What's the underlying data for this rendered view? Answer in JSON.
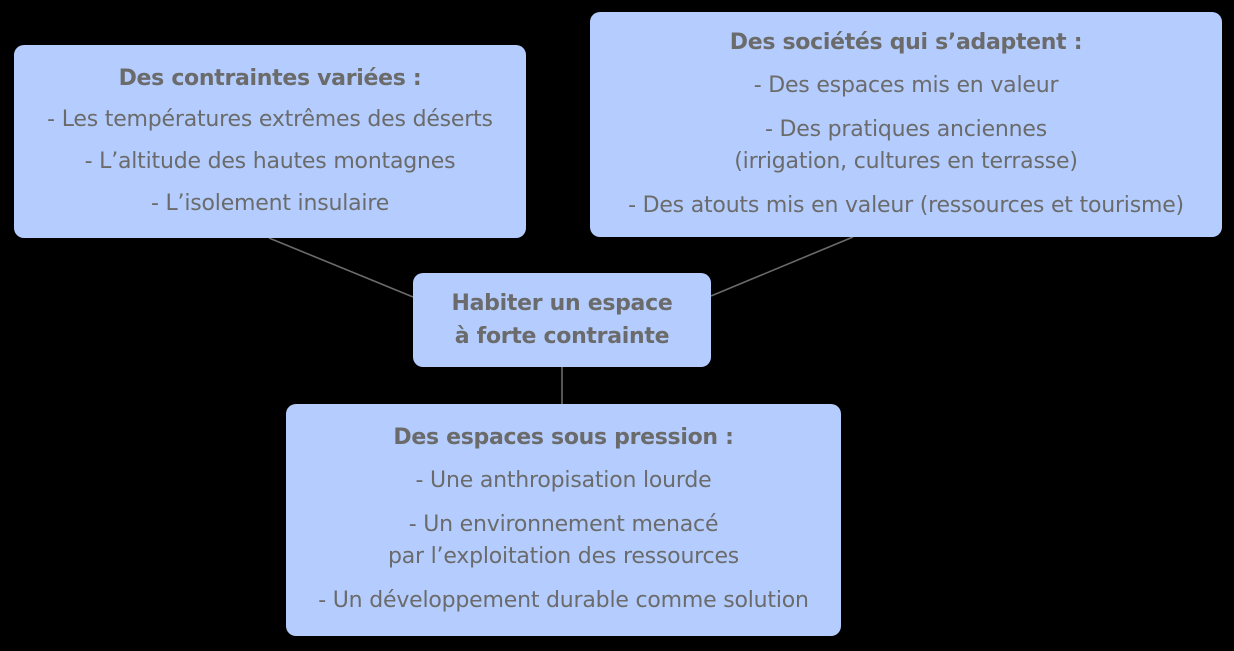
{
  "colors": {
    "background": "#000000",
    "node_fill": "#b4cdfe",
    "text": "#6b6b6b",
    "connector": "#6b6b6b"
  },
  "center": {
    "line1": "Habiter un espace",
    "line2": "à forte contrainte"
  },
  "nodes": {
    "left": {
      "title": "Des contraintes variées :",
      "items": [
        "- Les températures extrêmes des déserts",
        "- L’altitude des hautes montagnes",
        "- L’isolement insulaire"
      ]
    },
    "right": {
      "title": "Des sociétés qui s’adaptent :",
      "items": [
        {
          "line1": "- Des espaces mis en valeur"
        },
        {
          "line1": "- Des pratiques anciennes",
          "line2": "(irrigation, cultures en terrasse)"
        },
        {
          "line1": "- Des atouts mis en valeur (ressources et tourisme)"
        }
      ]
    },
    "bottom": {
      "title": "Des espaces sous pression :",
      "items": [
        {
          "line1": "- Une anthropisation lourde"
        },
        {
          "line1": "- Un environnement menacé",
          "line2": "par l’exploitation des ressources"
        },
        {
          "line1": "- Un développement durable comme solution"
        }
      ]
    }
  },
  "edges": [
    {
      "from": "center",
      "to": "left"
    },
    {
      "from": "center",
      "to": "right"
    },
    {
      "from": "center",
      "to": "bottom"
    }
  ]
}
